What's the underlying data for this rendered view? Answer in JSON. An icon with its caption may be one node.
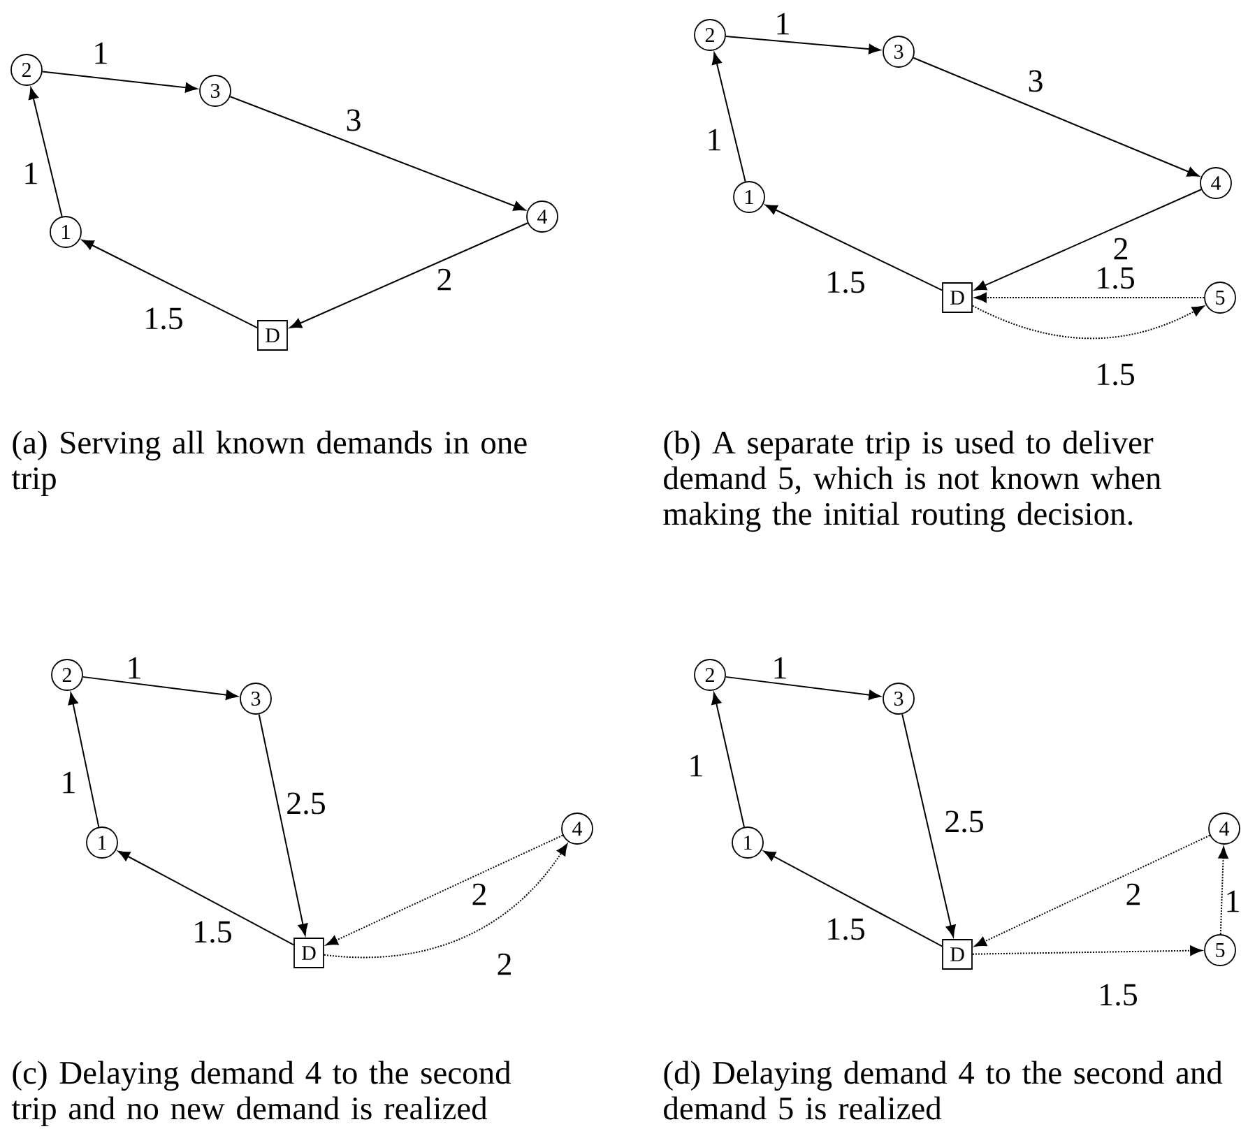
{
  "diagram": {
    "nodes": [
      {
        "text": [
          "1"
        ]
      },
      {
        "text": [
          "2"
        ]
      },
      {
        "text": [
          "3"
        ]
      },
      {
        "text": [
          "4"
        ]
      },
      {
        "text": [
          "D"
        ]
      },
      {
        "text": [
          "1"
        ]
      },
      {
        "text": [
          "2"
        ]
      },
      {
        "text": [
          "3"
        ]
      },
      {
        "text": [
          "4"
        ]
      },
      {
        "text": [
          "D"
        ]
      },
      {
        "text": [
          "5"
        ]
      },
      {
        "text": [
          "1"
        ]
      },
      {
        "text": [
          "2"
        ]
      },
      {
        "text": [
          "3"
        ]
      },
      {
        "text": [
          "D"
        ]
      },
      {
        "text": [
          "4"
        ]
      },
      {
        "text": [
          "1"
        ]
      },
      {
        "text": [
          "2"
        ]
      },
      {
        "text": [
          "3"
        ]
      },
      {
        "text": [
          "D"
        ]
      },
      {
        "text": [
          "4"
        ]
      },
      {
        "text": [
          "5"
        ]
      }
    ],
    "edges": [
      {
        "from": 0,
        "to": 1,
        "arrow": "to",
        "label": "1"
      },
      {
        "from": 1,
        "to": 2,
        "arrow": "to",
        "label": "1"
      },
      {
        "from": 2,
        "to": 3,
        "arrow": "to",
        "label": "3"
      },
      {
        "from": 3,
        "to": 4,
        "arrow": "to",
        "label": "2"
      },
      {
        "from": 4,
        "to": 0,
        "arrow": "to",
        "label": "1.5"
      },
      {
        "from": 5,
        "to": 6,
        "arrow": "to",
        "label": "1"
      },
      {
        "from": 6,
        "to": 7,
        "arrow": "to",
        "label": "1"
      },
      {
        "from": 7,
        "to": 8,
        "arrow": "to",
        "label": "3"
      },
      {
        "from": 8,
        "to": 9,
        "arrow": "to",
        "label": "2"
      },
      {
        "from": 9,
        "to": 5,
        "arrow": "to",
        "label": "1.5"
      },
      {
        "from": 10,
        "to": 9,
        "arrow": "to",
        "label": "1.5",
        "style": "dashed"
      },
      {
        "from": 9,
        "to": 10,
        "arrow": "to",
        "label": "1.5",
        "style": "dashed"
      },
      {
        "from": 11,
        "to": 12,
        "arrow": "to",
        "label": "1"
      },
      {
        "from": 12,
        "to": 13,
        "arrow": "to",
        "label": "1"
      },
      {
        "from": 13,
        "to": 14,
        "arrow": "to",
        "label": "2.5"
      },
      {
        "from": 14,
        "to": 11,
        "arrow": "to",
        "label": "1.5"
      },
      {
        "from": 15,
        "to": 14,
        "arrow": "to",
        "label": "2",
        "style": "dashed"
      },
      {
        "from": 14,
        "to": 15,
        "arrow": "to",
        "label": "2",
        "style": "dashed"
      },
      {
        "from": 16,
        "to": 17,
        "arrow": "to",
        "label": "1"
      },
      {
        "from": 17,
        "to": 18,
        "arrow": "to",
        "label": "1"
      },
      {
        "from": 18,
        "to": 19,
        "arrow": "to",
        "label": "2.5"
      },
      {
        "from": 19,
        "to": 16,
        "arrow": "to",
        "label": "1.5"
      },
      {
        "from": 20,
        "to": 19,
        "arrow": "to",
        "label": "2",
        "style": "dashed"
      },
      {
        "from": 21,
        "to": 20,
        "arrow": "to",
        "label": "1",
        "style": "dashed"
      },
      {
        "from": 19,
        "to": 21,
        "arrow": "to",
        "label": "1.5",
        "style": "dashed"
      }
    ],
    "labels": [
      "(a) Serving all known demands in one trip",
      "(b) A separate trip is used to deliver demand 5, which is not known when making the initial routing decision.",
      "(c) Delaying demand 4 to the second trip and no new demand is realized",
      "(d) Delaying demand 4 to the second and demand 5 is realized"
    ]
  }
}
